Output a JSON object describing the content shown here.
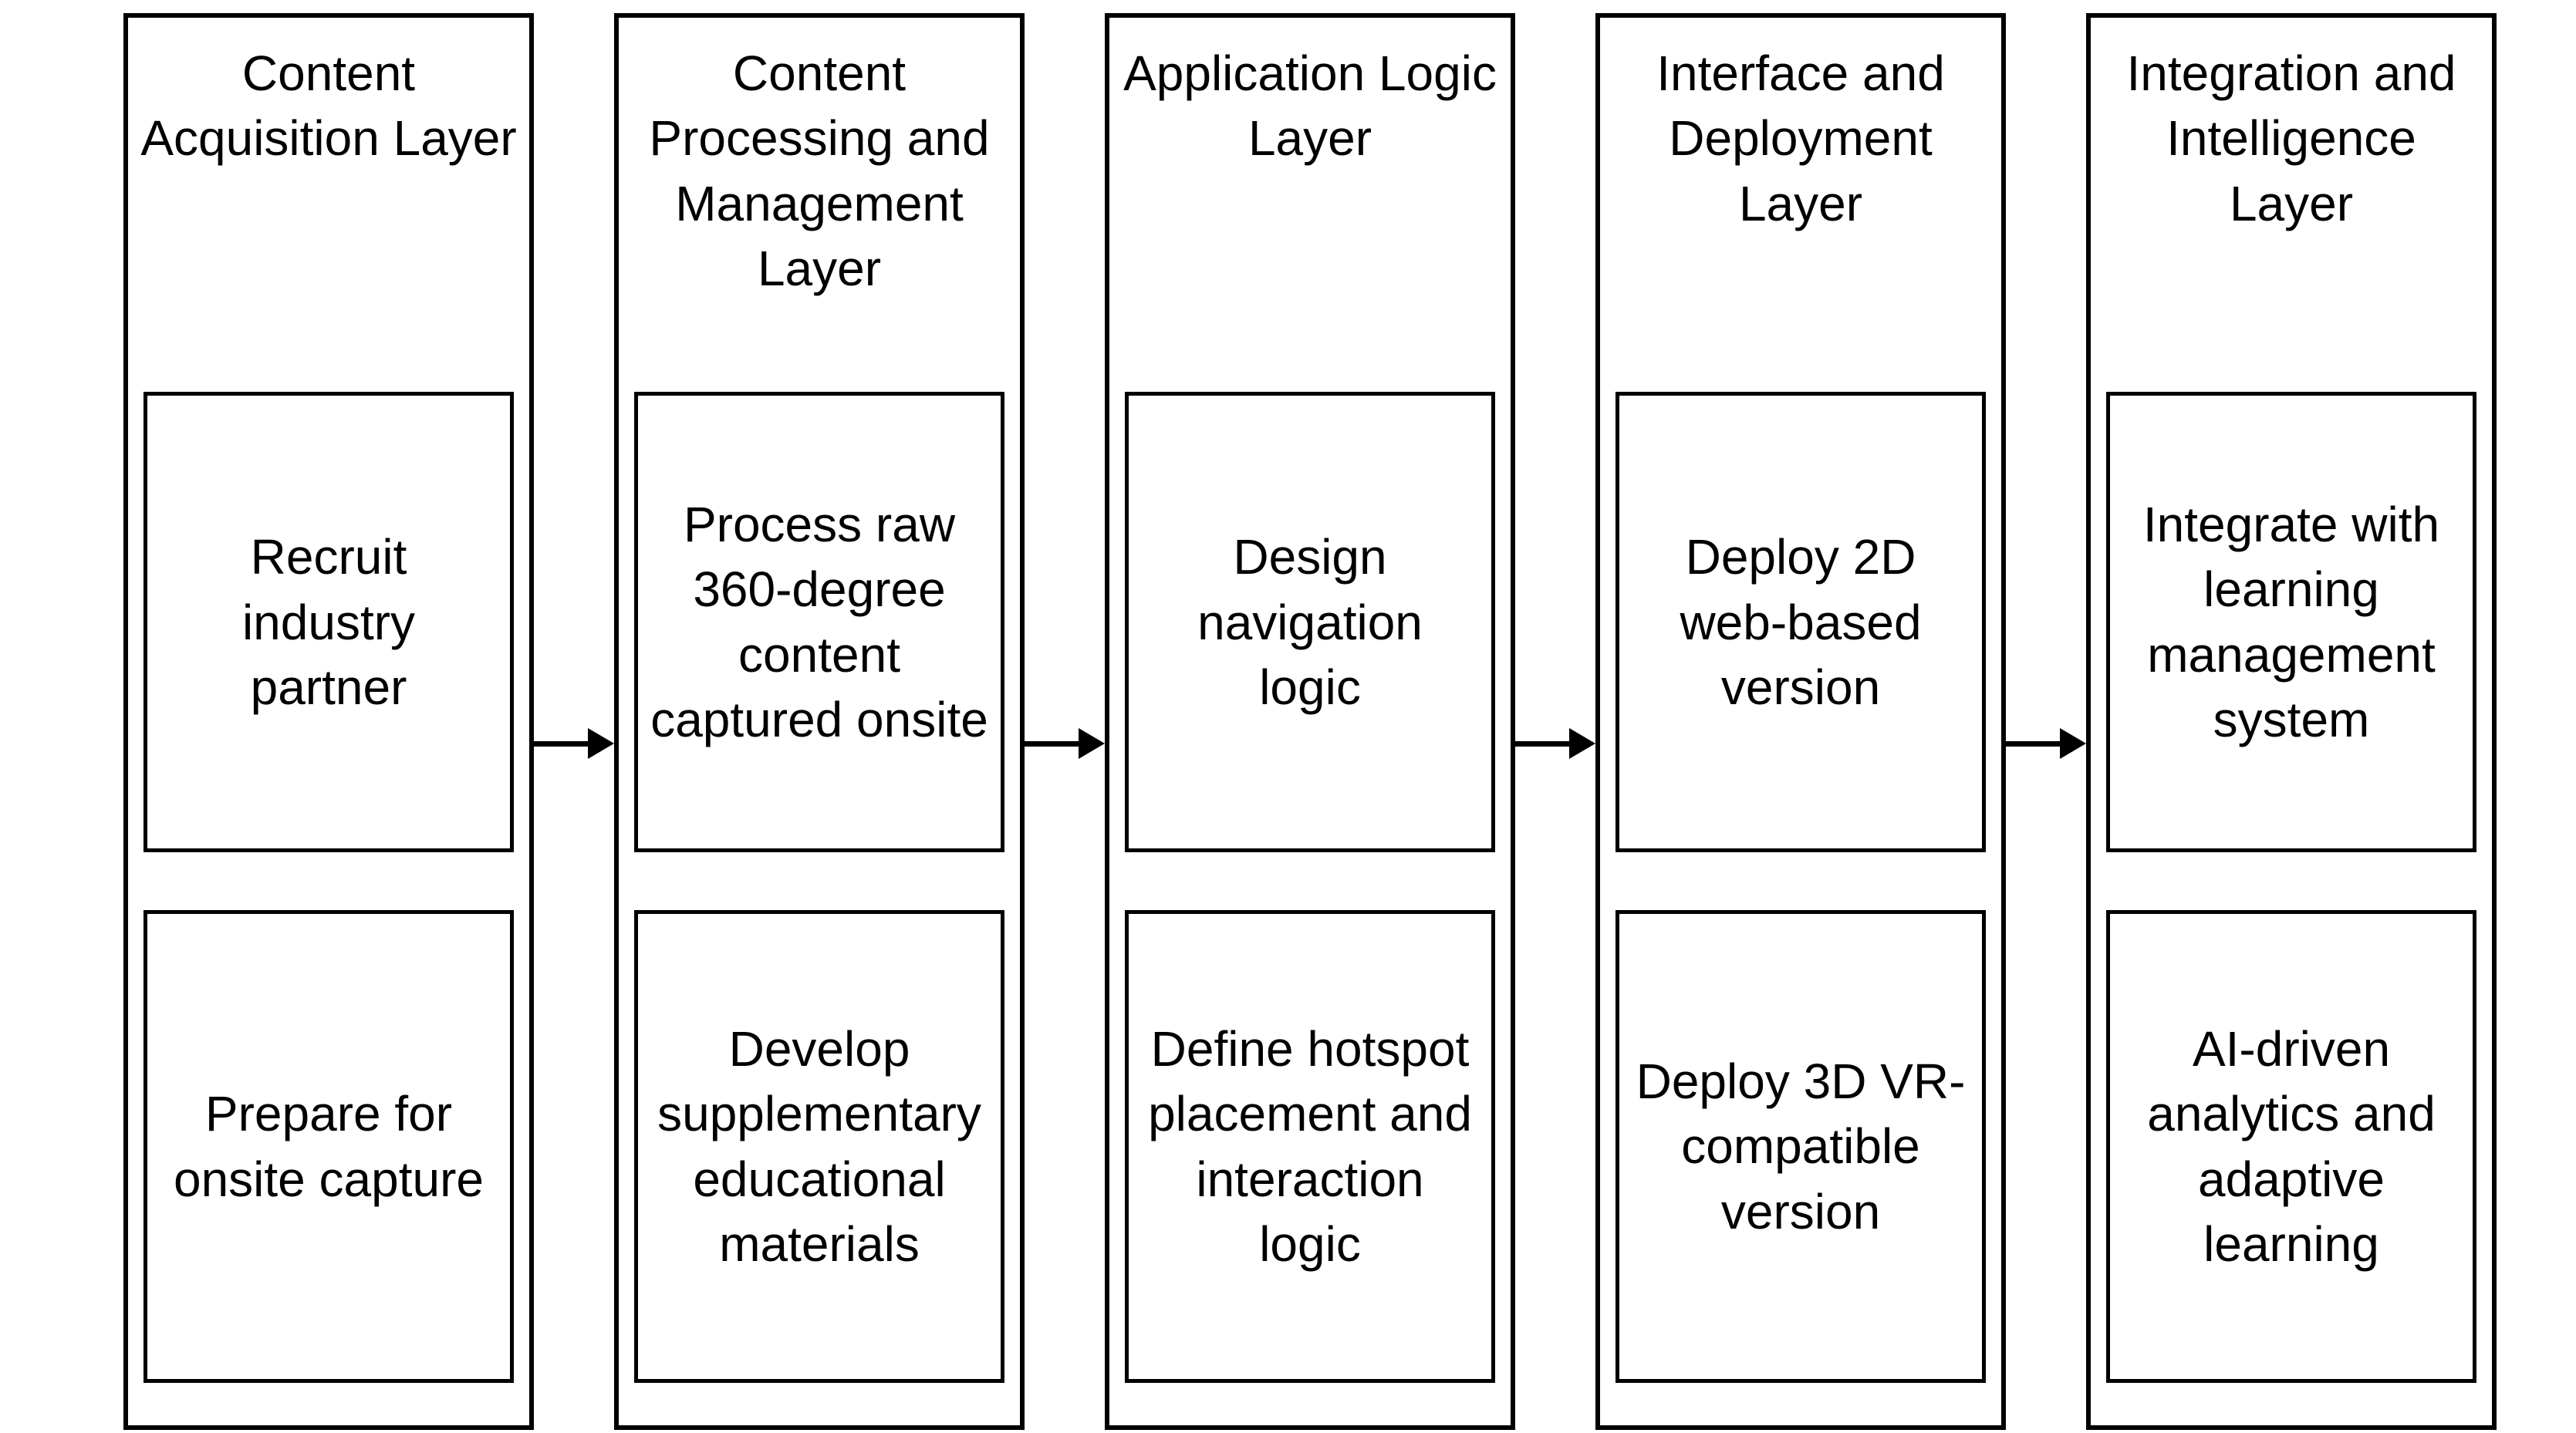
{
  "diagram": {
    "colors": {
      "border": "#000000",
      "background": "#ffffff",
      "text": "#000000"
    },
    "columns": [
      {
        "title": "Content Acquisition Layer",
        "boxes": [
          "Recruit industry partner",
          "Prepare for onsite capture"
        ]
      },
      {
        "title": "Content Processing and Management Layer",
        "boxes": [
          "Process raw 360-degree content captured onsite",
          "Develop supplementary educational materials"
        ]
      },
      {
        "title": "Application Logic Layer",
        "boxes": [
          "Design navigation logic",
          "Define hotspot placement and interaction logic"
        ]
      },
      {
        "title": "Interface and Deployment Layer",
        "boxes": [
          "Deploy 2D web-based version",
          "Deploy 3D VR-compatible version"
        ]
      },
      {
        "title": "Integration and Intelligence Layer",
        "boxes": [
          "Integrate with learning management system",
          "AI-driven analytics and adaptive learning"
        ]
      }
    ]
  }
}
